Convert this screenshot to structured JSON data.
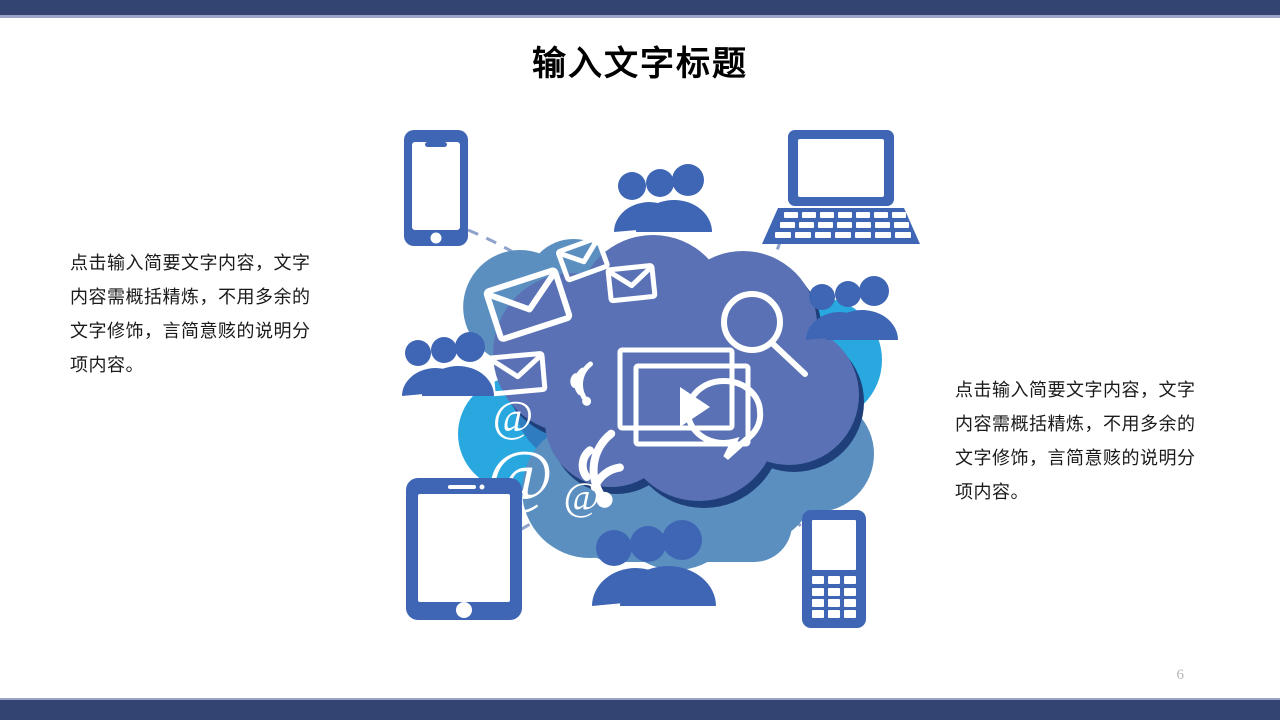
{
  "slide": {
    "title": "输入文字标题",
    "page_number": "6",
    "colors": {
      "bar_navy": "#344472",
      "bar_rule": "#9aa3c8",
      "title_text": "#000000",
      "body_text": "#1a1a1a",
      "page_number": "#b7b7b7",
      "device_blue": "#3f66b5",
      "cloud_main": "#5a72b5",
      "cloud_outline_navy": "#1e3f7a",
      "cloud_steel": "#5b8fc0",
      "cloud_cyan": "#29a8e0",
      "cloud_mid_blue": "#2f7dc0",
      "dash_line": "#8fa2cc",
      "icon_white": "#ffffff"
    }
  },
  "text_blocks": {
    "left": "点击输入简要文字内容，文字内容需概括精炼，不用多余的文字修饰，言简意赅的说明分项内容。",
    "right": "点击输入简要文字内容，文字内容需概括精炼，不用多余的文字修饰，言简意赅的说明分项内容。"
  },
  "diagram": {
    "center_label": "cloud-network",
    "cloud_icons": [
      "envelope-icon",
      "envelope-icon",
      "envelope-icon",
      "envelope-icon",
      "at-sign-icon",
      "at-sign-icon",
      "at-sign-icon",
      "wifi-icon",
      "wifi-icon",
      "video-player-icon",
      "play-triangle-icon",
      "magnifier-icon",
      "speech-bubble-icon"
    ],
    "nodes": [
      {
        "id": "smartphone",
        "label": "smartphone-icon"
      },
      {
        "id": "laptop",
        "label": "laptop-icon"
      },
      {
        "id": "tablet",
        "label": "tablet-icon"
      },
      {
        "id": "feature-phone",
        "label": "feature-phone-icon"
      },
      {
        "id": "people-top",
        "label": "people-group-icon"
      },
      {
        "id": "people-right",
        "label": "people-group-icon"
      },
      {
        "id": "people-left",
        "label": "people-group-icon"
      },
      {
        "id": "people-bottom",
        "label": "people-group-icon"
      }
    ],
    "connectors": 4
  }
}
